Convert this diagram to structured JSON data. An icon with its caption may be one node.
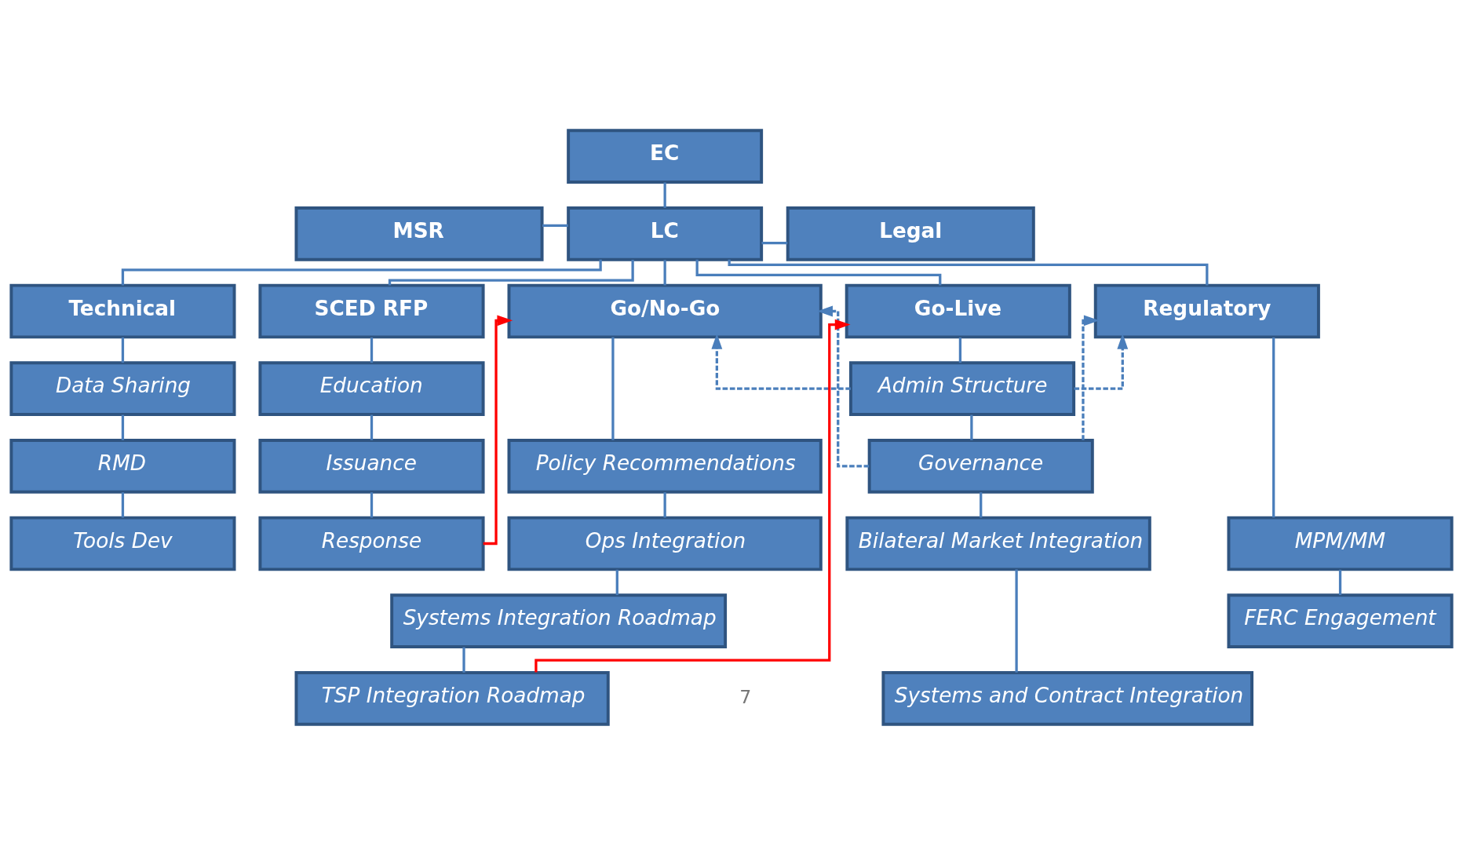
{
  "diagram": {
    "nodes": [
      {
        "text": [
          "EC"
        ]
      },
      {
        "text": [
          "LC"
        ]
      },
      {
        "text": [
          "MSR"
        ]
      },
      {
        "text": [
          "Legal"
        ]
      },
      {
        "text": [
          "Technical"
        ]
      },
      {
        "text": [
          "SCED RFP"
        ]
      },
      {
        "text": [
          "Go/No-Go"
        ]
      },
      {
        "text": [
          "Go-Live"
        ]
      },
      {
        "text": [
          "Regulatory"
        ]
      },
      {
        "text": [
          "Data Sharing"
        ]
      },
      {
        "text": [
          "Education"
        ]
      },
      {
        "text": [
          "Admin Structure"
        ]
      },
      {
        "text": [
          "RMD"
        ]
      },
      {
        "text": [
          "Issuance"
        ]
      },
      {
        "text": [
          "Governance"
        ]
      },
      {
        "text": [
          "Policy Recommendations"
        ]
      },
      {
        "text": [
          "Tools Dev"
        ]
      },
      {
        "text": [
          "Response"
        ]
      },
      {
        "text": [
          "MPM/MM"
        ]
      },
      {
        "text": [
          "Ops Integration"
        ]
      },
      {
        "text": [
          "Bilateral Market Integration"
        ]
      },
      {
        "text": [
          "FERC Engagement"
        ]
      },
      {
        "text": [
          "Systems Integration Roadmap"
        ]
      },
      {
        "text": [
          "Systems and Contract Integration"
        ]
      },
      {
        "text": [
          "TSP Integration Roadmap"
        ]
      }
    ],
    "edges": [
      {
        "from": 0,
        "to": 1,
        "arrow": "none"
      },
      {
        "from": 1,
        "to": 2,
        "arrow": "none"
      },
      {
        "from": 1,
        "to": 3,
        "arrow": "none"
      },
      {
        "from": 1,
        "to": 4,
        "arrow": "none"
      },
      {
        "from": 1,
        "to": 5,
        "arrow": "none"
      },
      {
        "from": 1,
        "to": 6,
        "arrow": "none"
      },
      {
        "from": 1,
        "to": 7,
        "arrow": "none"
      },
      {
        "from": 1,
        "to": 8,
        "arrow": "none"
      },
      {
        "from": 4,
        "to": 9,
        "arrow": "none"
      },
      {
        "from": 9,
        "to": 12,
        "arrow": "none"
      },
      {
        "from": 12,
        "to": 16,
        "arrow": "none"
      },
      {
        "from": 5,
        "to": 10,
        "arrow": "none"
      },
      {
        "from": 10,
        "to": 13,
        "arrow": "none"
      },
      {
        "from": 13,
        "to": 17,
        "arrow": "none"
      },
      {
        "from": 6,
        "to": 15,
        "arrow": "none"
      },
      {
        "from": 15,
        "to": 19,
        "arrow": "none"
      },
      {
        "from": 19,
        "to": 22,
        "arrow": "none"
      },
      {
        "from": 22,
        "to": 24,
        "arrow": "none"
      },
      {
        "from": 7,
        "to": 11,
        "arrow": "none"
      },
      {
        "from": 11,
        "to": 14,
        "arrow": "none"
      },
      {
        "from": 14,
        "to": 20,
        "arrow": "none"
      },
      {
        "from": 20,
        "to": 23,
        "arrow": "none"
      },
      {
        "from": 8,
        "to": 18,
        "arrow": "none"
      },
      {
        "from": 18,
        "to": 21,
        "arrow": "none"
      },
      {
        "from": 11,
        "to": 6,
        "arrow": "to",
        "style": "dashed"
      },
      {
        "from": 11,
        "to": 8,
        "arrow": "to",
        "style": "dashed"
      },
      {
        "from": 14,
        "to": 6,
        "arrow": "to",
        "style": "dashed"
      },
      {
        "from": 14,
        "to": 8,
        "arrow": "to",
        "style": "dashed"
      },
      {
        "from": 17,
        "to": 6,
        "arrow": "to",
        "color": "#ff0000"
      },
      {
        "from": 24,
        "to": 7,
        "arrow": "to",
        "color": "#ff0000"
      }
    ],
    "labels": [
      "7"
    ]
  }
}
